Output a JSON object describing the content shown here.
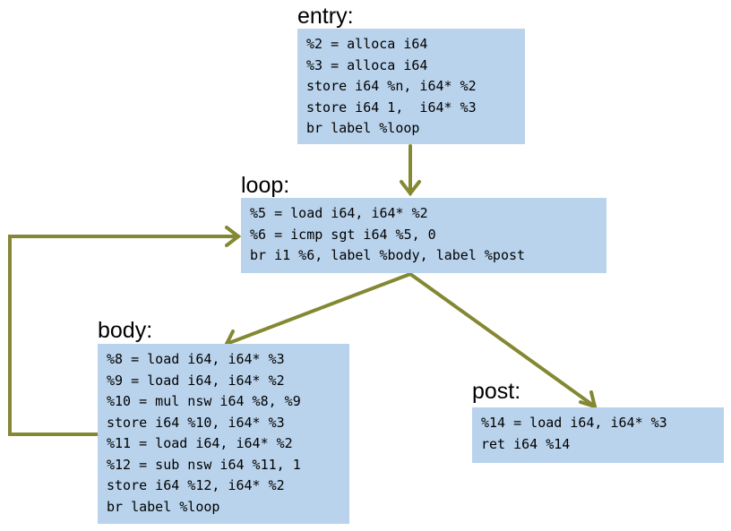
{
  "blocks": {
    "entry": {
      "label": "entry:",
      "lines": [
        "%2 = alloca i64",
        "%3 = alloca i64",
        "store i64 %n, i64* %2",
        "store i64 1,  i64* %3",
        "br label %loop"
      ]
    },
    "loop": {
      "label": "loop:",
      "lines": [
        "%5 = load i64, i64* %2",
        "%6 = icmp sgt i64 %5, 0",
        "br i1 %6, label %body, label %post"
      ]
    },
    "body": {
      "label": "body:",
      "lines": [
        "%8 = load i64, i64* %3",
        "%9 = load i64, i64* %2",
        "%10 = mul nsw i64 %8, %9",
        "store i64 %10, i64* %3",
        "%11 = load i64, i64* %2",
        "%12 = sub nsw i64 %11, 1",
        "store i64 %12, i64* %2",
        "br label %loop"
      ]
    },
    "post": {
      "label": "post:",
      "lines": [
        "%14 = load i64, i64* %3",
        "ret i64 %14"
      ]
    }
  },
  "colors": {
    "block_fill": "#b9d3ec",
    "edge": "#848832"
  }
}
